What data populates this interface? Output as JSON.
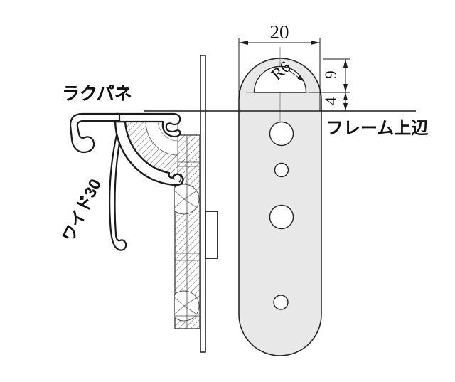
{
  "labels": {
    "product_name": "ラクパネ",
    "profile_size": "ワイド30",
    "frame_top_edge": "フレーム上辺"
  },
  "dimensions": {
    "plate_width": "20",
    "top_to_hole_flat": "9",
    "hole_flat_to_frame": "4",
    "hole_radius": "R6"
  },
  "colors": {
    "background": "#ffffff",
    "line": "#1c1c1c",
    "plate_fill": "#e8e8e8",
    "hatch": "#5a5a5a"
  }
}
